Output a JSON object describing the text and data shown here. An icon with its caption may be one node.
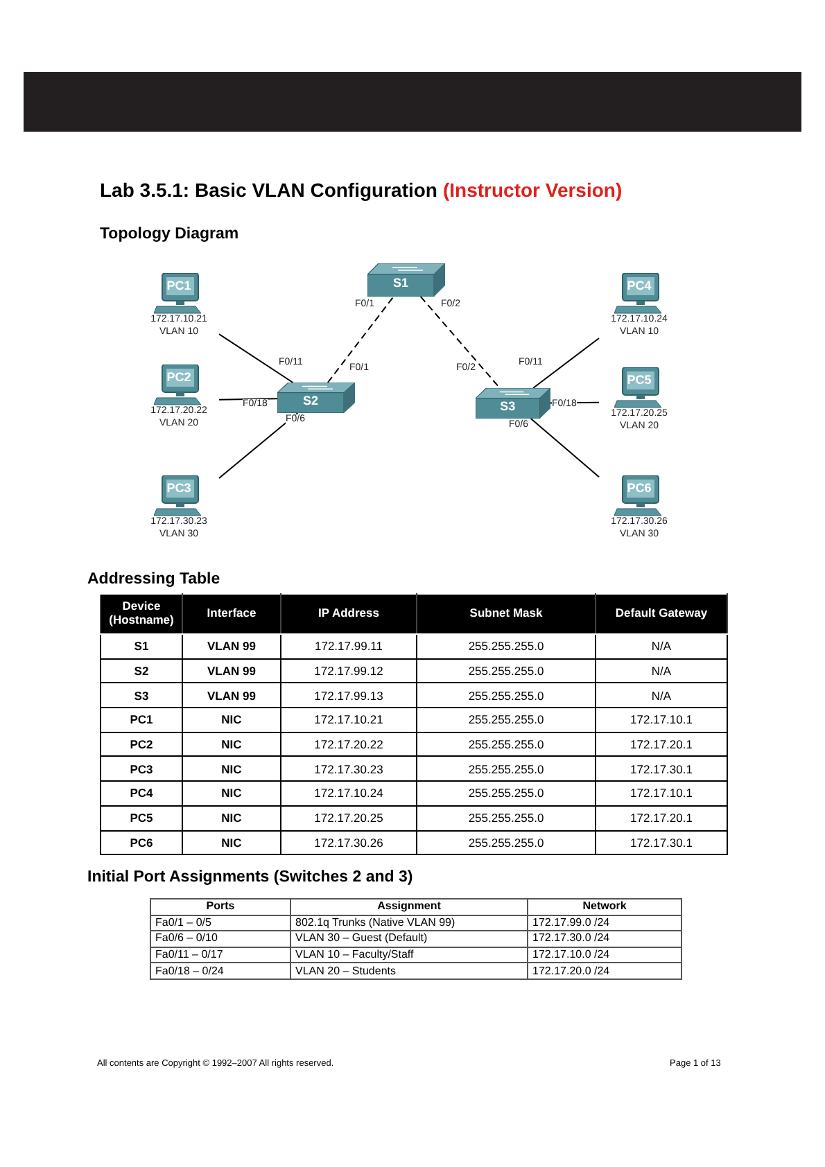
{
  "diagram": {
    "title": "Lab 3.5.1: Basic VLAN Configuration",
    "nodes": [
      {
        "text": [
          "S1"
        ]
      },
      {
        "text": [
          "PC1"
        ],
        "beside": [
          "172.17.10.21",
          "VLAN 10"
        ]
      },
      {
        "text": [
          "PC4"
        ],
        "beside": [
          "172.17.10.24",
          "VLAN 10"
        ]
      },
      {
        "text": [
          "PC2"
        ],
        "beside": [
          "172.17.20.22",
          "VLAN 20"
        ]
      },
      {
        "text": [
          "S2"
        ]
      },
      {
        "text": [
          "S3"
        ]
      },
      {
        "text": [
          "PC5"
        ],
        "beside": [
          "172.17.20.25",
          "VLAN 20"
        ]
      },
      {
        "text": [
          "PC3"
        ],
        "beside": [
          "172.17.30.23",
          "VLAN 30"
        ]
      },
      {
        "text": [
          "PC6"
        ],
        "beside": [
          "172.17.30.26",
          "VLAN 30"
        ]
      }
    ],
    "edges": [
      {
        "from": 4,
        "to": 0,
        "arrow": "none",
        "style": "dashed"
      },
      {
        "from": 0,
        "to": 5,
        "arrow": "none",
        "style": "dashed"
      },
      {
        "from": 1,
        "to": 4,
        "arrow": "none"
      },
      {
        "from": 3,
        "to": 4,
        "arrow": "none"
      },
      {
        "from": 7,
        "to": 4,
        "arrow": "none"
      },
      {
        "from": 5,
        "to": 2,
        "arrow": "none"
      },
      {
        "from": 5,
        "to": 6,
        "arrow": "none"
      },
      {
        "from": 5,
        "to": 8,
        "arrow": "none"
      }
    ],
    "labels": [
      "(Instructor Version)",
      "Topology Diagram",
      "F0/1",
      "F0/2",
      "F0/11",
      "F0/1",
      "F0/2",
      "F0/11",
      "F0/18",
      "F0/18",
      "F0/6",
      "F0/6",
      "Addressing Table",
      "Device (Hostname)",
      "Interface",
      "IP Address",
      "Subnet Mask",
      "Default Gateway",
      "S1",
      "VLAN 99",
      "172.17.99.11",
      "255.255.255.0",
      "N/A",
      "S2",
      "VLAN 99",
      "172.17.99.12",
      "255.255.255.0",
      "N/A",
      "S3",
      "VLAN 99",
      "172.17.99.13",
      "255.255.255.0",
      "N/A",
      "PC1",
      "NIC",
      "172.17.10.21",
      "255.255.255.0",
      "172.17.10.1",
      "PC2",
      "NIC",
      "172.17.20.22",
      "255.255.255.0",
      "172.17.20.1",
      "PC3",
      "NIC",
      "172.17.30.23",
      "255.255.255.0",
      "172.17.30.1",
      "PC4",
      "NIC",
      "172.17.10.24",
      "255.255.255.0",
      "172.17.10.1",
      "PC5",
      "NIC",
      "172.17.20.25",
      "255.255.255.0",
      "172.17.20.1",
      "PC6",
      "NIC",
      "172.17.30.26",
      "255.255.255.0",
      "172.17.30.1",
      "Initial Port Assignments (Switches 2 and 3)",
      "Ports",
      "Assignment",
      "Network",
      "Fa0/1 – 0/5",
      "802.1q Trunks (Native VLAN 99)",
      "172.17.99.0 /24",
      "Fa0/6 – 0/10",
      "VLAN 30 – Guest (Default)",
      "172.17.30.0 /24",
      "Fa0/11 – 0/17",
      "VLAN 10 – Faculty/Staff",
      "172.17.10.0 /24",
      "Fa0/18 – 0/24",
      "VLAN 20 – Students",
      "172.17.20.0 /24",
      "All contents are Copyright © 1992–2007 All rights reserved.",
      "Page 1 of 13"
    ]
  }
}
